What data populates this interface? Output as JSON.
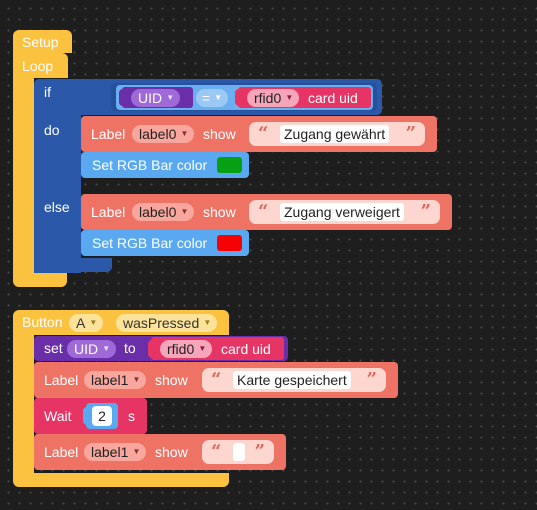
{
  "setup_block": {
    "setup_label": "Setup",
    "loop_label": "Loop",
    "if_block": {
      "if_label": "if",
      "do_label": "do",
      "else_label": "else",
      "condition": {
        "variable": "UID",
        "operator": "=",
        "rfid": "rfid0",
        "rfid_suffix": "card uid"
      },
      "do_actions": [
        {
          "label_prefix": "Label",
          "label_name": "label0",
          "show": "show",
          "text": "Zugang gewährt"
        },
        {
          "label": "Set RGB Bar color",
          "color": "#07a015"
        }
      ],
      "else_actions": [
        {
          "label_prefix": "Label",
          "label_name": "label0",
          "show": "show",
          "text": "Zugang verweigert"
        },
        {
          "label": "Set RGB Bar color",
          "color": "#f50303"
        }
      ]
    }
  },
  "button_block": {
    "button_label": "Button",
    "button_name": "A",
    "event": "wasPressed",
    "set_action": {
      "set_label": "set",
      "variable": "UID",
      "to_label": "to",
      "rfid": "rfid0",
      "rfid_suffix": "card uid"
    },
    "label_action_1": {
      "label_prefix": "Label",
      "label_name": "label1",
      "show": "show",
      "text": "Karte gespeichert"
    },
    "wait_action": {
      "label": "Wait",
      "value": "2",
      "unit": "s"
    },
    "label_action_2": {
      "label_prefix": "Label",
      "label_name": "label1",
      "show": "show",
      "text": ""
    }
  },
  "colors": {
    "event_orange": "#fbc23f",
    "logic_blue": "#2b58a8",
    "label_red": "#ee7365",
    "rgb_lightblue": "#5aa9f0",
    "variable_purple": "#6a2fa8",
    "timer_pink": "#e63565"
  },
  "icons": [
    "dropdown-caret-icon",
    "open-quote-icon",
    "close-quote-icon"
  ]
}
